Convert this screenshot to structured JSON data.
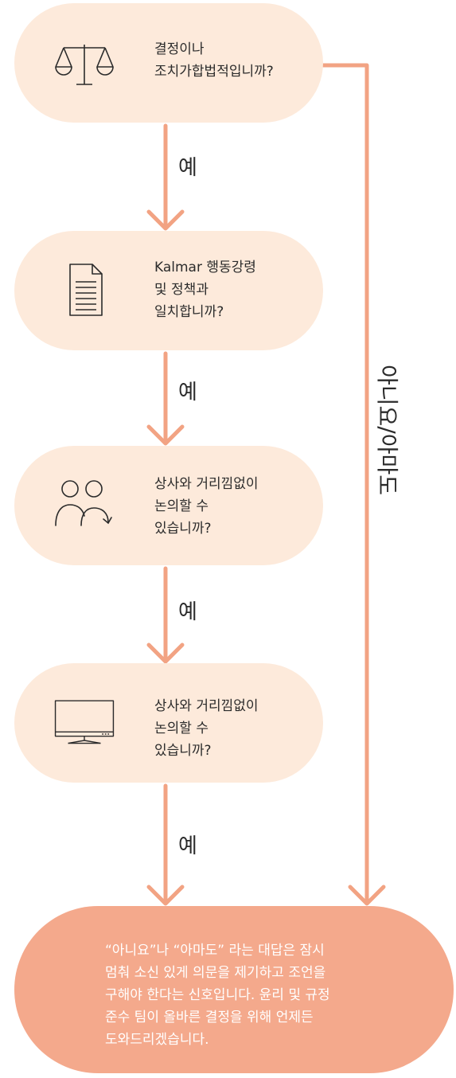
{
  "questions": [
    {
      "text": "결정이나\n조치가합법적입니까?",
      "icon": "scales-icon"
    },
    {
      "text": "Kalmar 행동강령\n및 정책과\n일치합니까?",
      "icon": "document-icon"
    },
    {
      "text": "상사와 거리낌없이\n논의할 수\n있습니까?",
      "icon": "people-icon"
    },
    {
      "text": "상사와 거리낌없이\n논의할 수\n있습니까?",
      "icon": "monitor-icon"
    }
  ],
  "yes_label": "예",
  "side_label": "아니요/아마도",
  "result_text": "“아니요”나 “아마도” 라는 대답은 잠시\n멈춰 소신 있게 의문을 제기하고 조언을\n구해야 한다는 신호입니다. 윤리 및 규정\n준수 팀이 올바른 결정을 위해 언제든\n도와드리겠습니다.",
  "colors": {
    "pill": "#fdeadb",
    "arrow": "#f2a383",
    "result": "#f4a98c",
    "icon": "#2b2b2b"
  }
}
